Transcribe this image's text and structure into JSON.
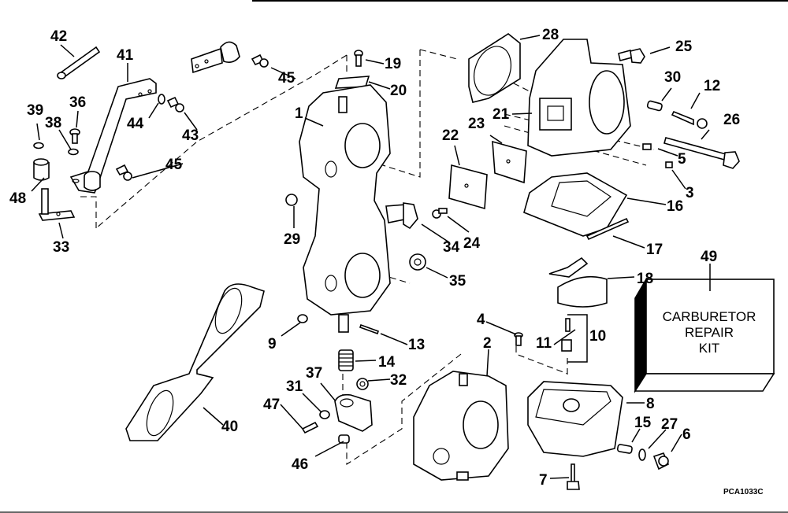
{
  "diagram": {
    "type": "exploded-parts-diagram",
    "subject": "Carburetor assembly",
    "figure_code": "PCA1033C",
    "kit": {
      "number": "49",
      "lines": [
        "CARBURETOR",
        "REPAIR",
        "KIT"
      ]
    },
    "callouts": [
      {
        "id": "c42",
        "number": "42",
        "part": "long screw"
      },
      {
        "id": "c41",
        "number": "41",
        "part": "throttle lever arm"
      },
      {
        "id": "c45a",
        "number": "45",
        "part": "screw (upper link)"
      },
      {
        "id": "c36",
        "number": "36",
        "part": "screw"
      },
      {
        "id": "c39",
        "number": "39",
        "part": "washer"
      },
      {
        "id": "c38",
        "number": "38",
        "part": "washer"
      },
      {
        "id": "c44",
        "number": "44",
        "part": "washer"
      },
      {
        "id": "c43",
        "number": "43",
        "part": "screw"
      },
      {
        "id": "c45b",
        "number": "45",
        "part": "screw (lever)"
      },
      {
        "id": "c48",
        "number": "48",
        "part": "bushing"
      },
      {
        "id": "c33",
        "number": "33",
        "part": "lever plate"
      },
      {
        "id": "c19",
        "number": "19",
        "part": "screw"
      },
      {
        "id": "c20",
        "number": "20",
        "part": "retainer plate"
      },
      {
        "id": "c1",
        "number": "1",
        "part": "carburetor body (upper)"
      },
      {
        "id": "c29",
        "number": "29",
        "part": "plug"
      },
      {
        "id": "c9",
        "number": "9",
        "part": "plug"
      },
      {
        "id": "c13",
        "number": "13",
        "part": "pin"
      },
      {
        "id": "c14",
        "number": "14",
        "part": "spring"
      },
      {
        "id": "c37",
        "number": "37",
        "part": "lever"
      },
      {
        "id": "c32",
        "number": "32",
        "part": "nut"
      },
      {
        "id": "c31",
        "number": "31",
        "part": "washer"
      },
      {
        "id": "c47",
        "number": "47",
        "part": "screw"
      },
      {
        "id": "c46",
        "number": "46",
        "part": "bushing"
      },
      {
        "id": "c40",
        "number": "40",
        "part": "gasket"
      },
      {
        "id": "c28",
        "number": "28",
        "part": "gasket"
      },
      {
        "id": "c21",
        "number": "21",
        "part": "air silencer base"
      },
      {
        "id": "c25",
        "number": "25",
        "part": "bolt"
      },
      {
        "id": "c30",
        "number": "30",
        "part": "spring"
      },
      {
        "id": "c12",
        "number": "12",
        "part": "idle screw"
      },
      {
        "id": "c26",
        "number": "26",
        "part": "long bolt"
      },
      {
        "id": "c5",
        "number": "5",
        "part": "plug"
      },
      {
        "id": "c3",
        "number": "3",
        "part": "plug"
      },
      {
        "id": "c22",
        "number": "22",
        "part": "cover"
      },
      {
        "id": "c23",
        "number": "23",
        "part": "gasket"
      },
      {
        "id": "c24",
        "number": "24",
        "part": "screw"
      },
      {
        "id": "c34",
        "number": "34",
        "part": "bolt"
      },
      {
        "id": "c35",
        "number": "35",
        "part": "nut"
      },
      {
        "id": "c16",
        "number": "16",
        "part": "bowl gasket"
      },
      {
        "id": "c17",
        "number": "17",
        "part": "float pin"
      },
      {
        "id": "c18",
        "number": "18",
        "part": "float"
      },
      {
        "id": "c4",
        "number": "4",
        "part": "screw"
      },
      {
        "id": "c11",
        "number": "11",
        "part": "needle"
      },
      {
        "id": "c10",
        "number": "10",
        "part": "needle and seat"
      },
      {
        "id": "c2",
        "number": "2",
        "part": "carburetor body (lower)"
      },
      {
        "id": "c8",
        "number": "8",
        "part": "float bowl"
      },
      {
        "id": "c15",
        "number": "15",
        "part": "orifice"
      },
      {
        "id": "c27",
        "number": "27",
        "part": "o-ring"
      },
      {
        "id": "c6",
        "number": "6",
        "part": "plug"
      },
      {
        "id": "c7",
        "number": "7",
        "part": "screw"
      },
      {
        "id": "c49",
        "number": "49",
        "part": "carburetor repair kit"
      }
    ]
  }
}
